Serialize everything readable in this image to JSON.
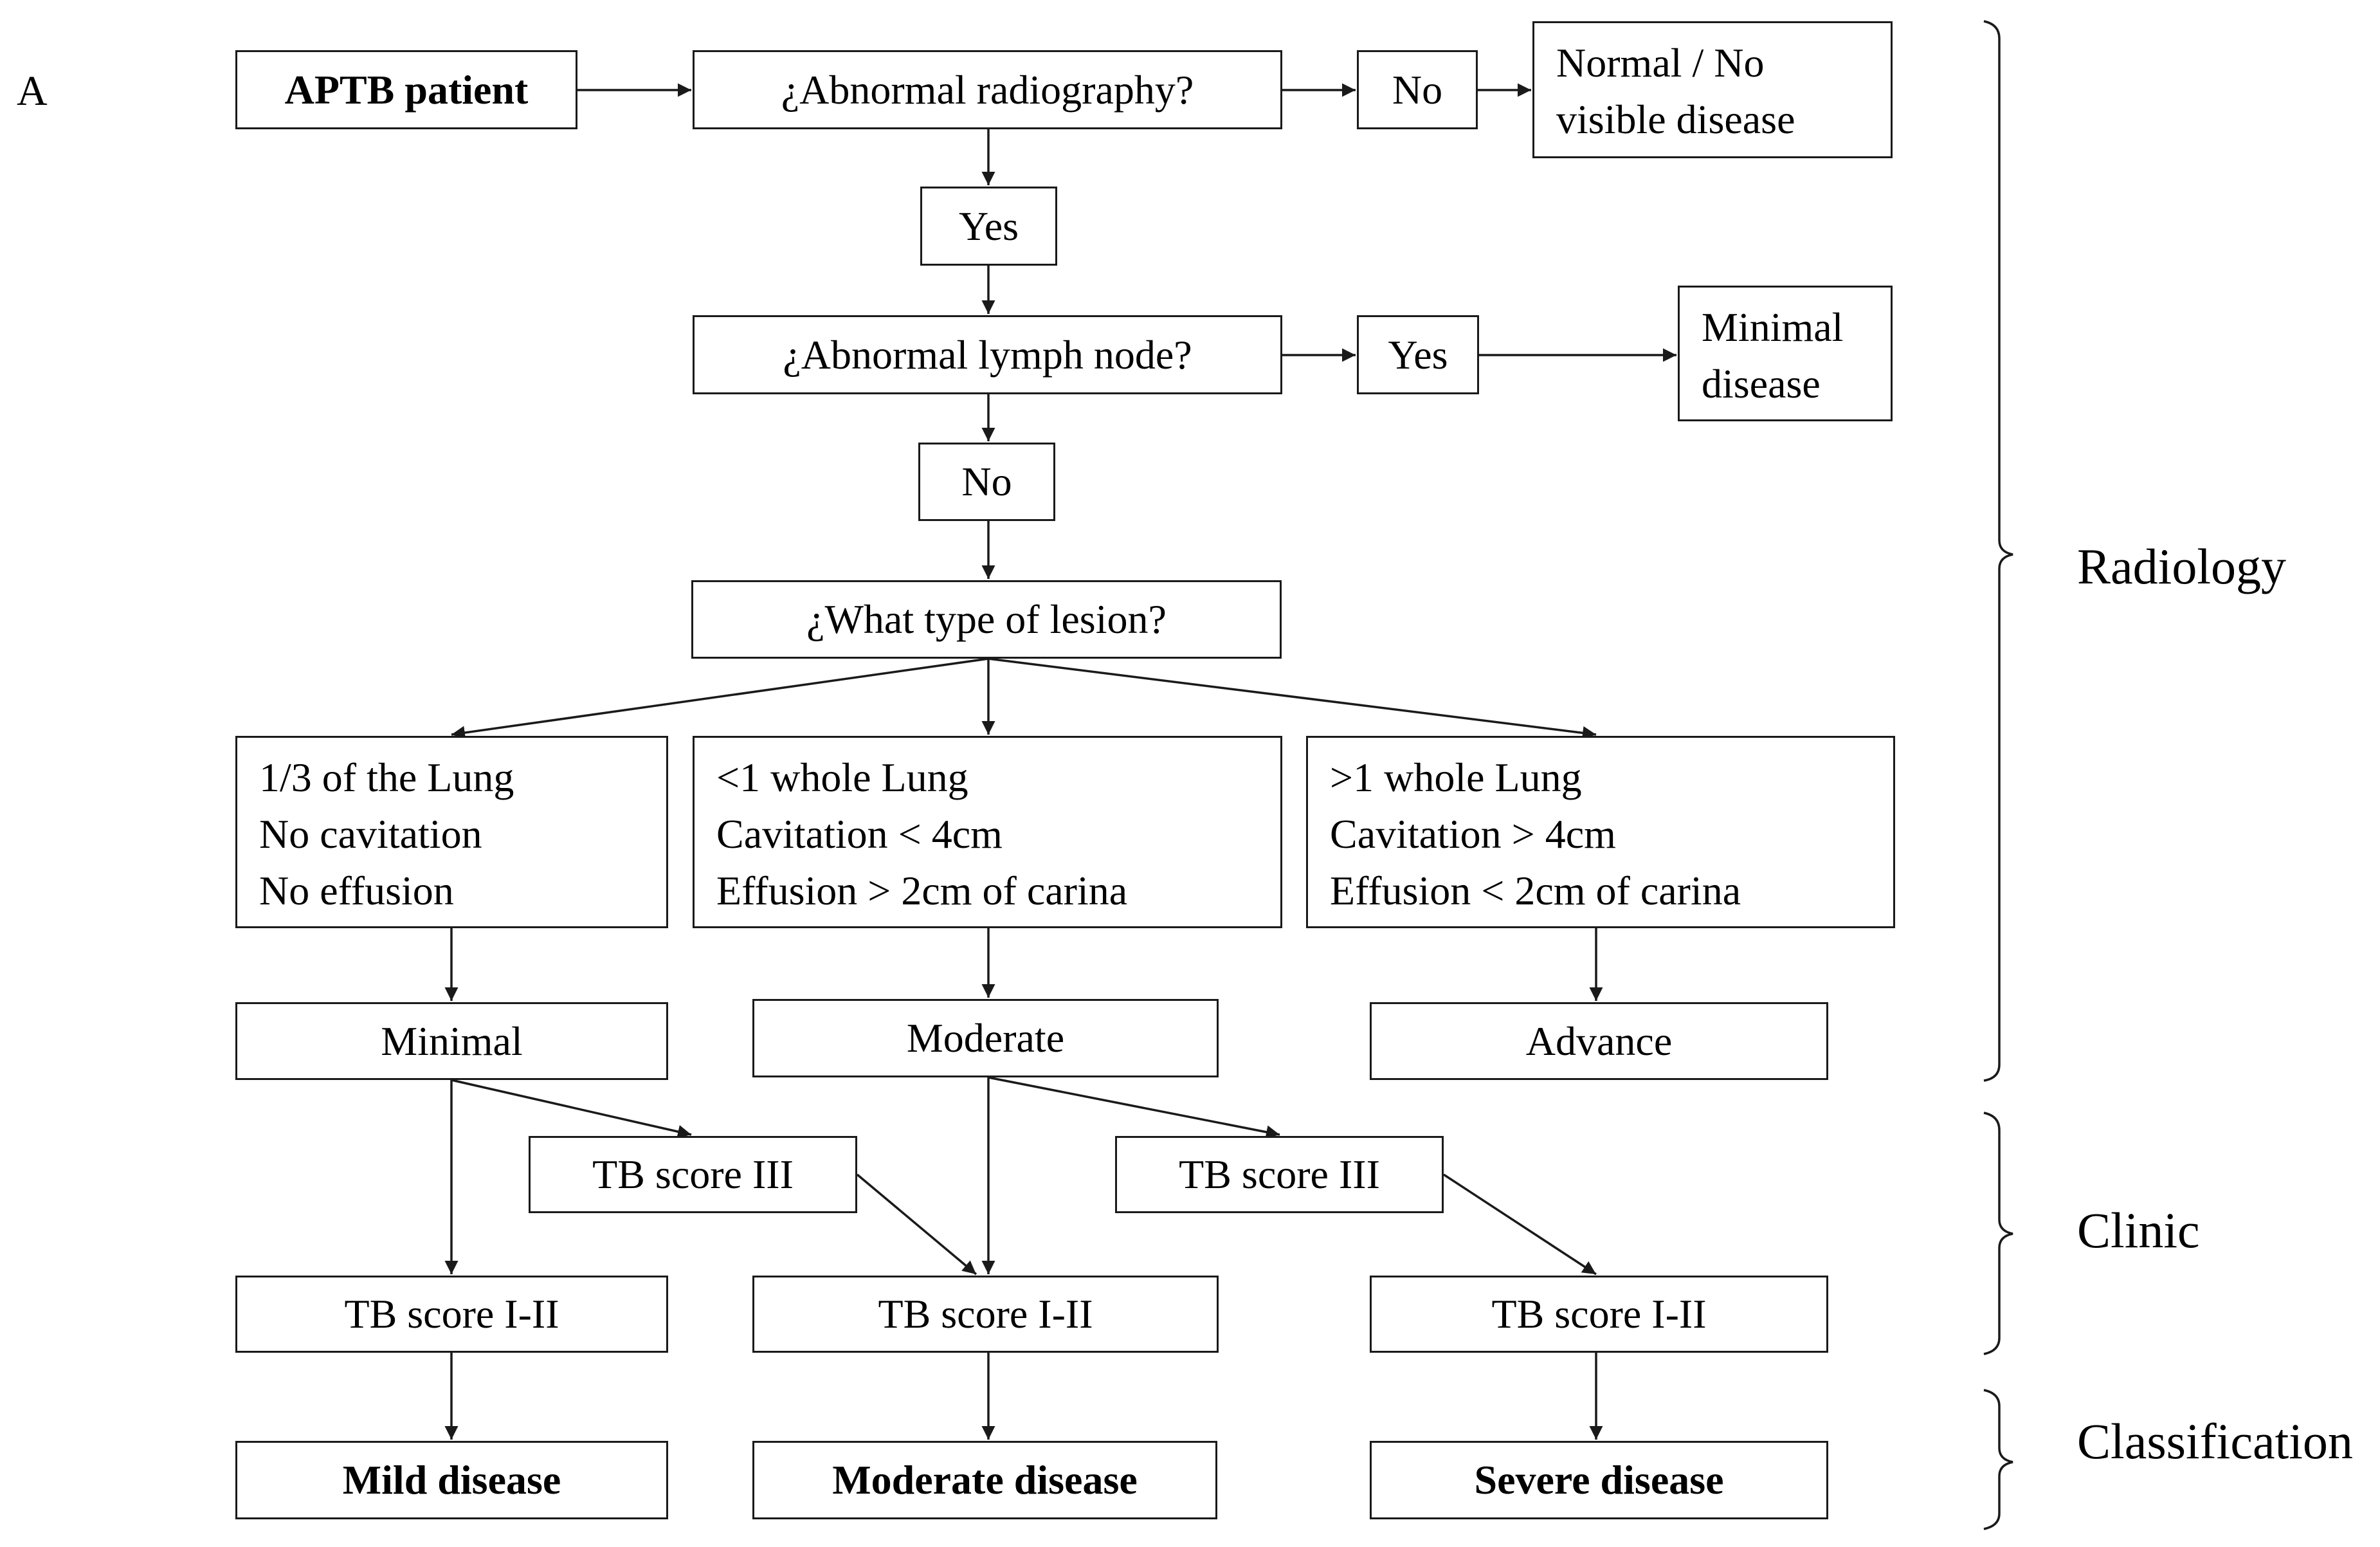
{
  "panel_label": "A",
  "sections": {
    "radiology": "Radiology",
    "clinic": "Clinic",
    "classification": "Classification"
  },
  "nodes": {
    "aptb": "APTB patient",
    "q_radiography": "¿Abnormal radiography?",
    "radiography_no": "No",
    "normal_lines": [
      "Normal / No",
      "visible disease"
    ],
    "radiography_yes": "Yes",
    "q_lymph": "¿Abnormal lymph node?",
    "lymph_yes": "Yes",
    "minimal_disease_lines": [
      "Minimal",
      "disease"
    ],
    "lymph_no": "No",
    "q_lesion": "¿What type of lesion?",
    "lesion_minimal_lines": [
      "1/3 of the Lung",
      "No cavitation",
      "No effusion"
    ],
    "lesion_moderate_lines": [
      "<1 whole Lung",
      "Cavitation < 4cm",
      "Effusion > 2cm of carina"
    ],
    "lesion_advanced_lines": [
      ">1 whole Lung",
      "Cavitation > 4cm",
      "Effusion < 2cm of carina"
    ],
    "minimal": "Minimal",
    "moderate": "Moderate",
    "advance": "Advance",
    "tb3_left": "TB score III",
    "tb3_right": "TB score III",
    "tb12_left": "TB score I-II",
    "tb12_mid": "TB score I-II",
    "tb12_right": "TB score I-II",
    "mild_disease": "Mild disease",
    "moderate_disease": "Moderate disease",
    "severe_disease": "Severe disease"
  },
  "colors": {
    "line": "#1a1a1a",
    "background": "#ffffff"
  }
}
